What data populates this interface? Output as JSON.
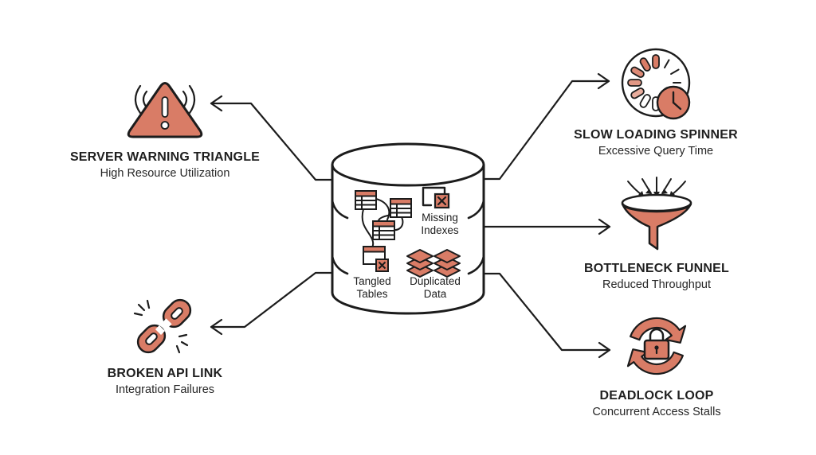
{
  "palette": {
    "accent": "#D97C66",
    "accent_light_1": "#DD8A76",
    "accent_light_2": "#E29885",
    "accent_light_3": "#E8AC9C",
    "outline": "#1C1C1C",
    "background": "#FFFFFF"
  },
  "center": {
    "name": "database-cylinder",
    "issues": [
      {
        "label": "Missing Indexes",
        "icon": "missing-index-icon"
      },
      {
        "label": "Tangled Tables",
        "icon": "tangled-tables-icon"
      },
      {
        "label": "Duplicated Data",
        "icon": "duplicated-data-icon"
      }
    ]
  },
  "nodes": [
    {
      "id": "server-warning",
      "title": "SERVER WARNING TRIANGLE",
      "subtitle": "High Resource Utilization",
      "icon": "warning-triangle-icon",
      "position": "top-left"
    },
    {
      "id": "broken-api-link",
      "title": "BROKEN API LINK",
      "subtitle": "Integration Failures",
      "icon": "broken-chain-link-icon",
      "position": "bottom-left"
    },
    {
      "id": "slow-loading-spinner",
      "title": "SLOW LOADING SPINNER",
      "subtitle": "Excessive Query Time",
      "icon": "loading-spinner-clock-icon",
      "position": "top-right"
    },
    {
      "id": "bottleneck-funnel",
      "title": "BOTTLENECK FUNNEL",
      "subtitle": "Reduced Throughput",
      "icon": "funnel-icon",
      "position": "middle-right"
    },
    {
      "id": "deadlock-loop",
      "title": "DEADLOCK LOOP",
      "subtitle": "Concurrent Access Stalls",
      "icon": "deadlock-lock-cycle-icon",
      "position": "bottom-right"
    }
  ]
}
